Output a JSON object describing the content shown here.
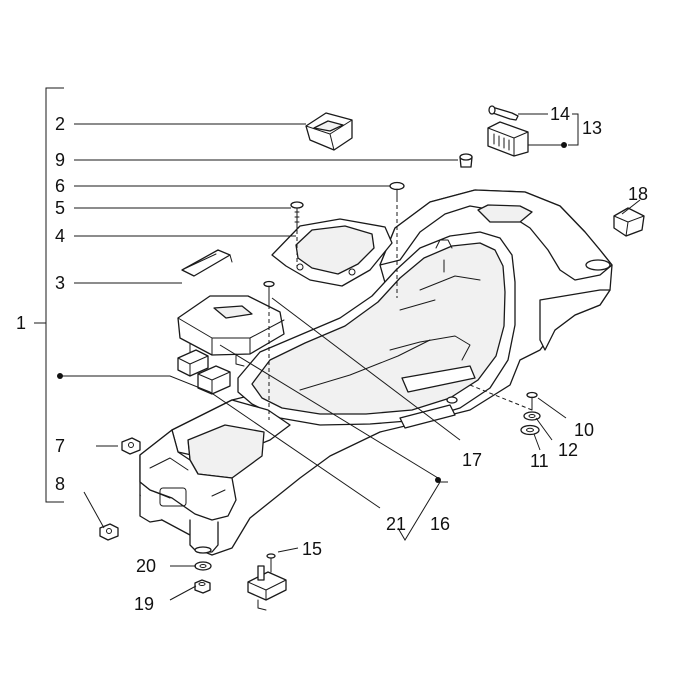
{
  "callouts": {
    "c1": "1",
    "c2": "2",
    "c3": "3",
    "c4": "4",
    "c5": "5",
    "c6": "6",
    "c7": "7",
    "c8": "8",
    "c9": "9",
    "c10": "10",
    "c11": "11",
    "c12": "12",
    "c13": "13",
    "c14": "14",
    "c15": "15",
    "c16": "16",
    "c17": "17",
    "c18": "18",
    "c19": "19",
    "c20": "20",
    "c21": "21"
  },
  "colors": {
    "line": "#1a1a1a",
    "text": "#111111",
    "background": "#ffffff"
  }
}
